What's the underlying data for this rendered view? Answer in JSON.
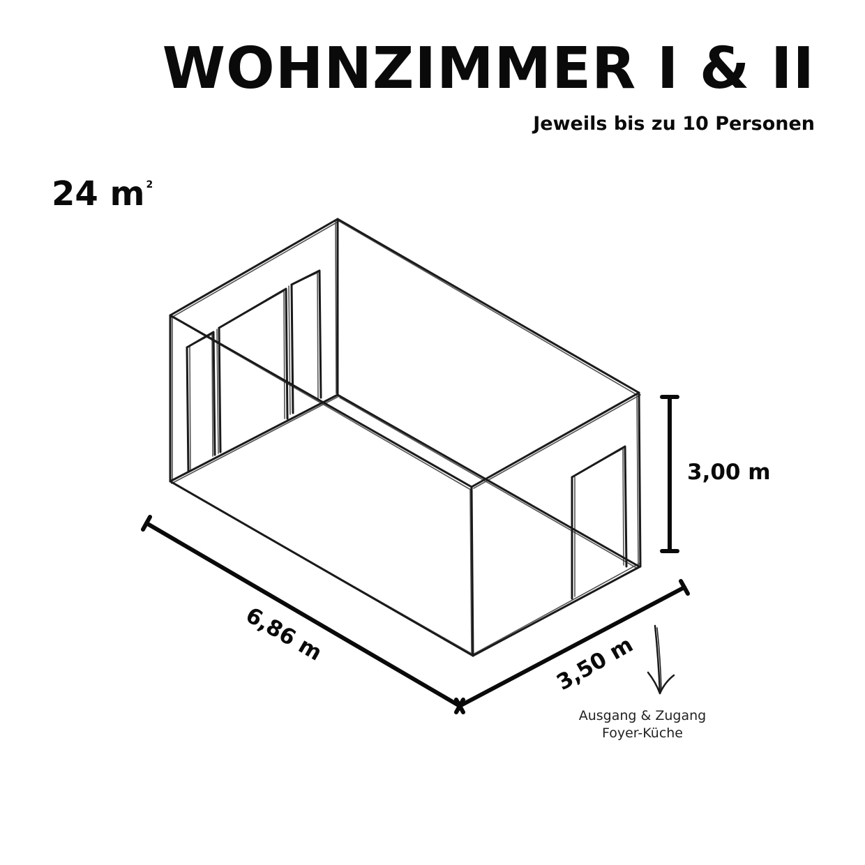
{
  "title": "WOHNZIMMER I & II",
  "subtitle": "Jeweils bis zu 10 Personen",
  "area": {
    "value": "24 m",
    "superscript": "2"
  },
  "dimensions": {
    "length": "6,86 m",
    "width": "3,50 m",
    "height": "3,00 m"
  },
  "exit_note": {
    "line1": "Ausgang & Zugang",
    "line2": "Foyer-Küche"
  },
  "icons": {
    "exit_arrow": "arrow-down-icon"
  }
}
